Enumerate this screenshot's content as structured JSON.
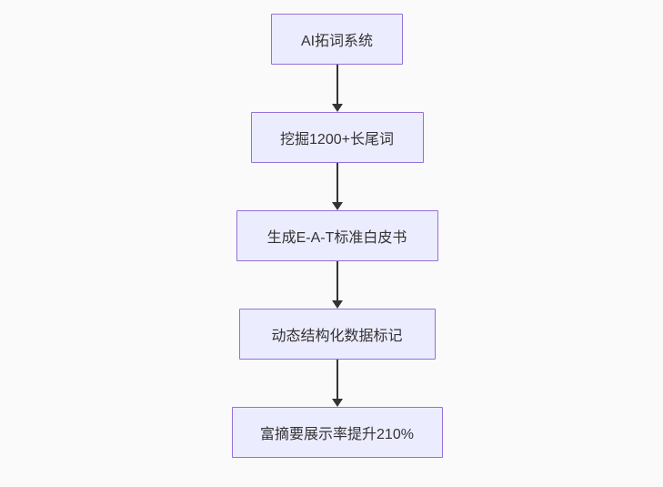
{
  "flowchart": {
    "type": "flowchart",
    "direction": "top-down",
    "nodes": [
      {
        "id": "n1",
        "label": "AI拓词系统"
      },
      {
        "id": "n2",
        "label": "挖掘1200+长尾词"
      },
      {
        "id": "n3",
        "label": "生成E-A-T标准白皮书"
      },
      {
        "id": "n4",
        "label": "动态结构化数据标记"
      },
      {
        "id": "n5",
        "label": "富摘要展示率提升210%"
      }
    ],
    "edges": [
      {
        "from": "n1",
        "to": "n2",
        "arrow": "down"
      },
      {
        "from": "n2",
        "to": "n3",
        "arrow": "down"
      },
      {
        "from": "n3",
        "to": "n4",
        "arrow": "down"
      },
      {
        "from": "n4",
        "to": "n5",
        "arrow": "down"
      }
    ],
    "colors": {
      "node_fill": "#ECECFF",
      "node_border": "#9370DB",
      "arrow": "#333333",
      "text": "#333333",
      "background": "#fafafa"
    }
  }
}
